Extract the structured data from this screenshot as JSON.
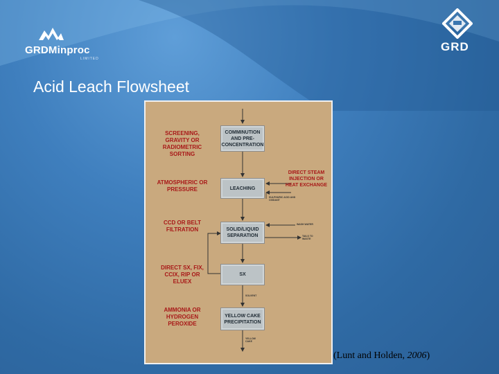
{
  "slide": {
    "title": "Acid Leach Flowsheet",
    "citation_prefix": "(Lunt and Holden, ",
    "citation_year": "2006",
    "citation_suffix": ")"
  },
  "logos": {
    "left_wordmark": "GRDMinproc",
    "left_sub": "LIMITED",
    "right_wordmark": "GRD"
  },
  "flowsheet": {
    "process_boxes": [
      "COMMINUTION AND PRE-CONCENTRATION",
      "LEACHING",
      "SOLID/LIQUID SEPARATION",
      "SX",
      "YELLOW CAKE PRECIPITATION"
    ],
    "left_labels": [
      "SCREENING, GRAVITY OR RADIOMETRIC SORTING",
      "ATMOSPHERIC OR PRESSURE",
      "CCD OR BELT FILTRATION",
      "DIRECT SX, FIX, CCIX, RIP OR ELUEX",
      "AMMONIA OR HYDROGEN PEROXIDE"
    ],
    "right_labels": [
      "DIRECT STEAM INJECTION OR HEAT EXCHANGE"
    ],
    "small_labels": {
      "acid_oxidant": "SULPHURIC ACID AND OXIDANT",
      "wash_water": "WASH WATER",
      "tails": "TAILS TO WASTE",
      "solvent": "SOLVENT",
      "yellow_cake": "YELLOW CAKE"
    }
  },
  "colors": {
    "background": "#3a76b0",
    "diagram_background": "#c9a97e",
    "label_red": "#a81818",
    "box_gray": "#bcc3c6"
  }
}
